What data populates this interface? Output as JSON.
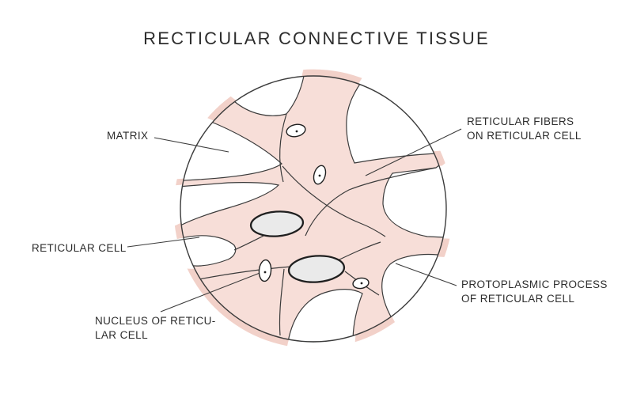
{
  "title": "RECTICULAR CONNECTIVE TISSUE",
  "labels": {
    "matrix": {
      "line1": "MATRIX"
    },
    "reticular_fibers": {
      "line1": "RETICULAR FIBERS",
      "line2": "ON RETICULAR CELL"
    },
    "reticular_cell": {
      "line1": "RETICULAR CELL"
    },
    "nucleus": {
      "line1": "NUCLEUS OF RETICU-",
      "line2": "LAR CELL"
    },
    "protoplasmic": {
      "line1": "PROTOPLASMIC PROCESS",
      "line2": "OF RETICULAR CELL"
    }
  },
  "colors": {
    "tissue": "#f7ded8",
    "tissue-shadow": "#f2d1c9",
    "cell-fill": "#eaeaea",
    "line": "#3b3b3b",
    "cell-outline": "#1f1f1f",
    "text": "#2d2d2d",
    "background": "#ffffff"
  }
}
